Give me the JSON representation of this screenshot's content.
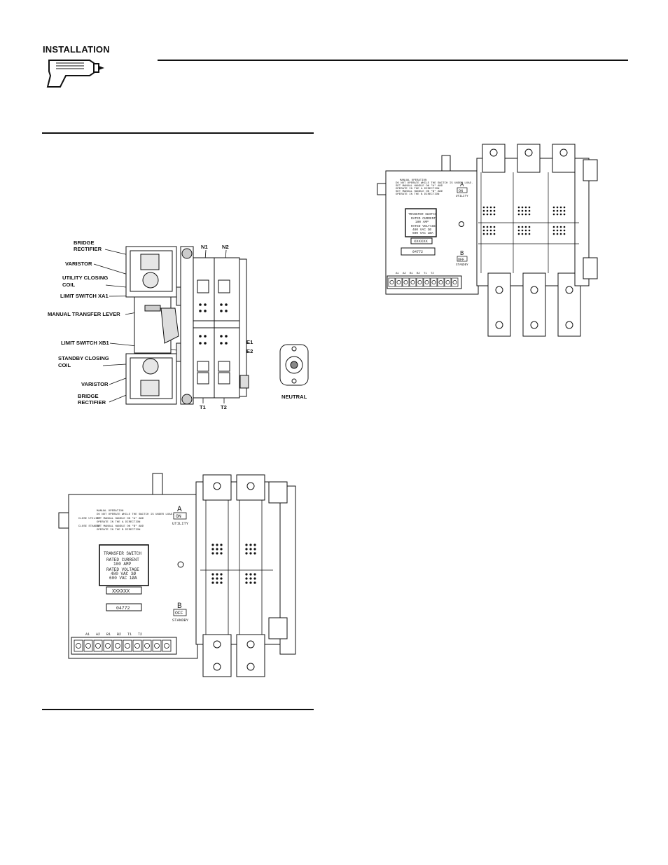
{
  "header": {
    "section_title": "INSTALLATION",
    "icon": "drill-icon"
  },
  "figure1": {
    "labels": {
      "bridge_rectifier_top": [
        "BRIDGE",
        "RECTIFIER"
      ],
      "varistor_top": "VARISTOR",
      "utility_closing_coil": [
        "UTILITY CLOSING",
        "COIL"
      ],
      "limit_switch_xa1": "LIMIT SWITCH XA1",
      "manual_transfer_lever": "MANUAL TRANSFER LEVER",
      "limit_switch_xb1": "LIMIT SWITCH XB1",
      "standby_closing_coil": [
        "STANDBY CLOSING",
        "COIL"
      ],
      "varistor_bottom": "VARISTOR",
      "bridge_rectifier_bottom": [
        "BRIDGE",
        "RECTIFIER"
      ],
      "n1": "N1",
      "n2": "N2",
      "e1": "E1",
      "e2": "E2",
      "t1": "T1",
      "t2": "T2",
      "neutral": "NEUTRAL"
    }
  },
  "figure2": {
    "manual_operation": [
      "MANUAL OPERATION",
      "DO NOT OPERATE WHILE THE SWITCH IS UNDER LOAD.",
      "SET MANUAL HANDLE ON \"A\" AND",
      "OPERATE IN THE A DIRECTION",
      "SET MANUAL HANDLE ON \"B\" AND",
      "OPERATE IN THE B DIRECTION"
    ],
    "close_utility": "CLOSE UTILITY",
    "close_standby": "CLOSE STANDBY",
    "pos_a": "A",
    "on": "ON",
    "utility": "UTILITY",
    "pos_b": "B",
    "off": "OFF",
    "standby": "STANDBY",
    "nameplate": [
      "TRANSFER SWITCH",
      "RATED CURRENT",
      "100 AMP",
      "RATED VOLTAGE",
      "480 VAC 3Ø",
      "600 VAC 1ØA"
    ],
    "serial": "XXXXXX",
    "part_no": "04772",
    "terminals": [
      "A1",
      "A2",
      "B1",
      "B2",
      "T1",
      "T2"
    ]
  },
  "figure3": {
    "manual_operation": [
      "MANUAL OPERATION",
      "DO NOT OPERATE WHILE THE SWITCH IS UNDER LOAD.",
      "SET MANUAL HANDLE ON \"A\" AND",
      "OPERATE IN THE A DIRECTION",
      "SET MANUAL HANDLE ON \"B\" AND",
      "OPERATE IN THE B DIRECTION"
    ],
    "pos_a": "A",
    "on": "ON",
    "utility": "UTILITY",
    "pos_b": "B",
    "off": "OFF",
    "standby": "STANDBY",
    "nameplate": [
      "TRANSFER SWITCH",
      "RATED CURRENT",
      "100 AMP",
      "RATED VOLTAGE",
      "480 VAC 3Ø",
      "600 VAC 1ØA"
    ],
    "serial": "XXXXXX",
    "part_no": "04772",
    "terminals": [
      "A1",
      "A2",
      "B1",
      "B2",
      "T1",
      "T2"
    ]
  }
}
